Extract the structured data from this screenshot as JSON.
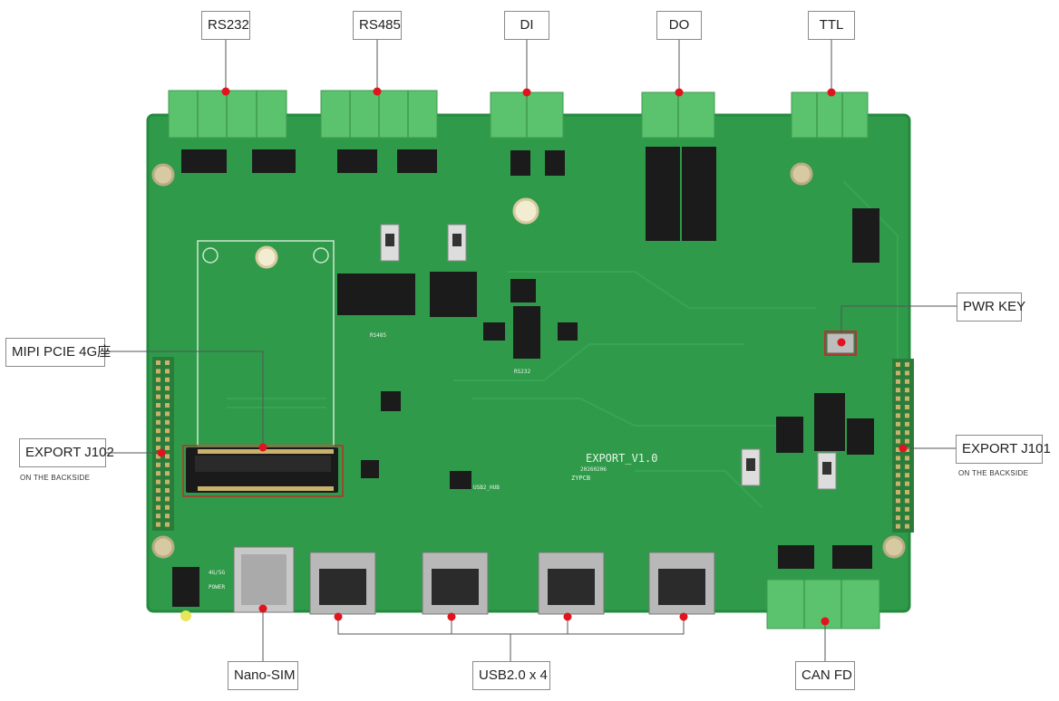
{
  "labels": {
    "rs232": "RS232",
    "rs485": "RS485",
    "di": "DI",
    "do": "DO",
    "ttl": "TTL",
    "pwr_key": "PWR KEY",
    "mipi_pcie": "MIPI PCIE 4G座",
    "export_j102": "EXPORT J102",
    "export_j101": "EXPORT J101",
    "on_backside": "ON THE BACKSIDE",
    "nano_sim": "Nano-SIM",
    "usb": "USB2.0 x 4",
    "can_fd": "CAN FD"
  },
  "silkscreen": {
    "board_name": "EXPORT_V1.0",
    "date": "20260206",
    "brand": "ZYPCB",
    "rs485_mark": "RS485",
    "rs232_mark": "RS232",
    "usb_hub": "USB2_HUB",
    "power": "POWER",
    "band": "4G/5G"
  },
  "colors": {
    "pcb": "#2f9a4a",
    "pcb_edge": "#258a3e",
    "terminal": "#5bc26d",
    "marker": "#e0141e",
    "leader": "#d23a3a"
  }
}
